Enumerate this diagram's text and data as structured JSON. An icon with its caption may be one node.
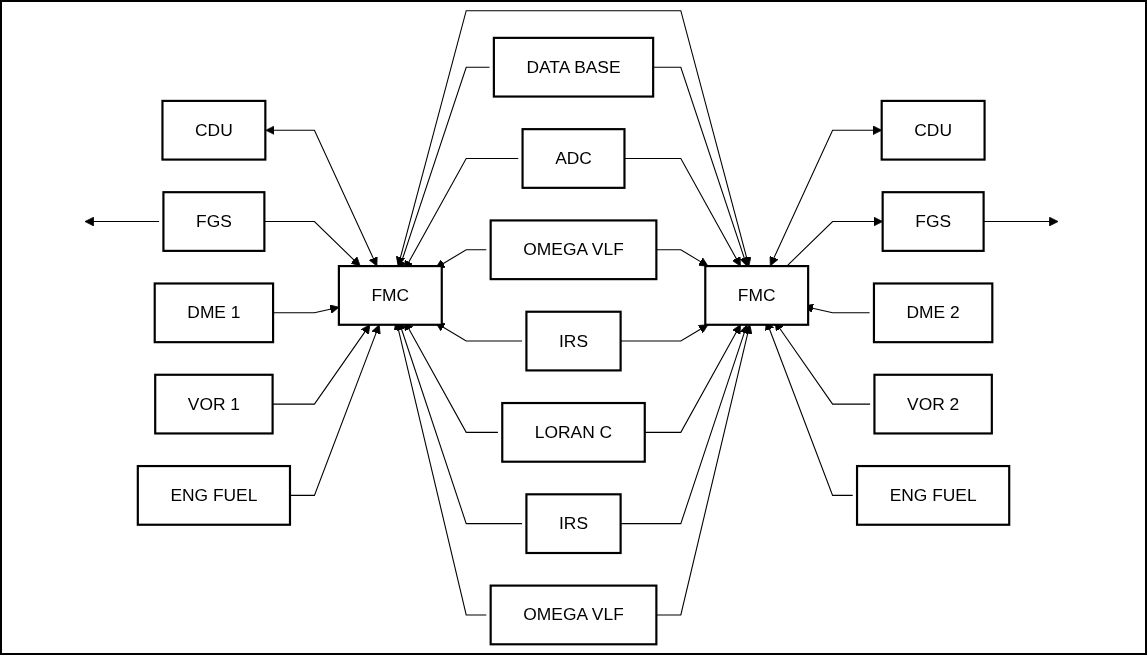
{
  "diagram": {
    "nodes": [
      {
        "text": [
          "CDU"
        ]
      },
      {
        "text": [
          "CDU"
        ]
      },
      {
        "text": [
          "FGS"
        ]
      },
      {
        "text": [
          "FGS"
        ]
      },
      {
        "text": [
          "FMC"
        ]
      },
      {
        "text": [
          "DATA BASE"
        ]
      },
      {
        "text": [
          "FMC"
        ]
      },
      {
        "text": [
          "DME 1"
        ]
      },
      {
        "text": [
          "VOR 1"
        ]
      },
      {
        "text": [
          "DME 2"
        ]
      },
      {
        "text": [
          "VOR 2"
        ]
      },
      {
        "text": [
          "ENG FUEL"
        ]
      },
      {
        "text": [
          "ADC"
        ]
      },
      {
        "text": [
          "ENG FUEL"
        ]
      },
      {
        "text": [
          "OMEGA VLF"
        ]
      },
      {
        "text": [
          "IRS"
        ]
      },
      {
        "text": [
          "LORAN C"
        ]
      },
      {
        "text": [
          "IRS"
        ]
      },
      {
        "text": [
          "OMEGA VLF"
        ]
      }
    ],
    "edges": [
      {
        "from": 0,
        "to": 4,
        "arrow": "both"
      },
      {
        "from": 2,
        "to": null,
        "arrow": "to"
      },
      {
        "from": 2,
        "to": 4,
        "arrow": "to"
      },
      {
        "from": 1,
        "to": 6,
        "arrow": "both"
      },
      {
        "from": 6,
        "to": 3,
        "arrow": "to"
      },
      {
        "from": 3,
        "to": null,
        "arrow": "to"
      },
      {
        "from": 4,
        "to": 6,
        "arrow": "both"
      },
      {
        "from": 5,
        "to": 4,
        "arrow": "to"
      },
      {
        "from": 5,
        "to": 6,
        "arrow": "to"
      },
      {
        "from": 7,
        "to": 4,
        "arrow": "to"
      },
      {
        "from": 8,
        "to": 4,
        "arrow": "to"
      },
      {
        "from": 9,
        "to": 6,
        "arrow": "to"
      },
      {
        "from": 10,
        "to": 6,
        "arrow": "to"
      },
      {
        "from": 11,
        "to": 4,
        "arrow": "to"
      },
      {
        "from": 12,
        "to": 4,
        "arrow": "to"
      },
      {
        "from": 12,
        "to": 6,
        "arrow": "to"
      },
      {
        "from": 13,
        "to": 6,
        "arrow": "to"
      },
      {
        "from": 14,
        "to": 4,
        "arrow": "to"
      },
      {
        "from": 14,
        "to": 6,
        "arrow": "to"
      },
      {
        "from": 15,
        "to": 4,
        "arrow": "to"
      },
      {
        "from": 15,
        "to": 6,
        "arrow": "to"
      },
      {
        "from": 16,
        "to": 4,
        "arrow": "to"
      },
      {
        "from": 16,
        "to": 6,
        "arrow": "to"
      },
      {
        "from": 17,
        "to": 4,
        "arrow": "to"
      },
      {
        "from": 17,
        "to": 6,
        "arrow": "to"
      },
      {
        "from": 18,
        "to": 4,
        "arrow": "to"
      },
      {
        "from": 18,
        "to": 6,
        "arrow": "to"
      }
    ]
  }
}
